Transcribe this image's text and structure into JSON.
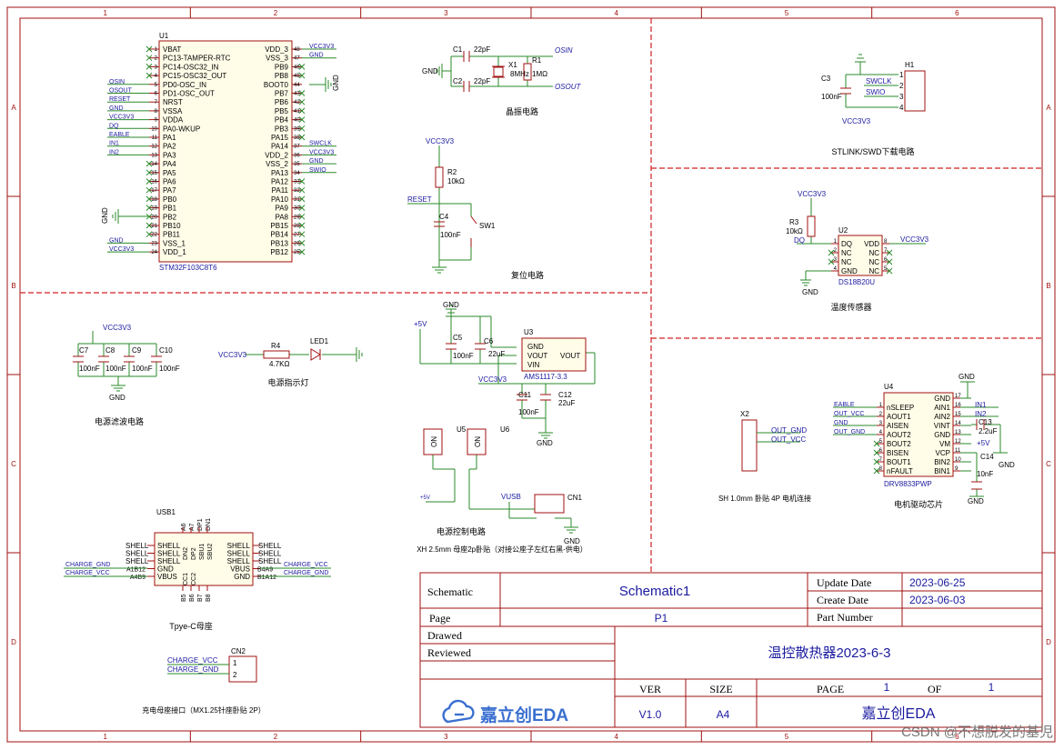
{
  "colors": {
    "frame": "#a01010",
    "wire": "#2a8a2a",
    "part": "#a01010",
    "net": "#1a1aa0",
    "text": "#000000",
    "dashed": "#d02020",
    "logo": "#3a6fd0"
  },
  "border": {
    "cols": [
      "1",
      "2",
      "3",
      "4",
      "5",
      "6"
    ],
    "rows": [
      "A",
      "B",
      "C",
      "D"
    ]
  },
  "sections": {
    "osc": "晶振电路",
    "reset": "复位电路",
    "stlink": "STLINK/SWD下载电路",
    "temp": "温度传感器",
    "filter": "电源滤波电路",
    "led": "电源指示灯",
    "power": "电源控制电路",
    "power_note": "XH 2.5mm 母座2p卧贴（对接公座子左红右黑-供电）",
    "motor_conn": "SH 1.0mm 卧贴 4P 电机连接",
    "driver": "电机驱动芯片",
    "typec": "Tpye-C母座",
    "charge": "充电母座接口（MX1.25针座卧贴 2P）"
  },
  "mcu": {
    "ref": "U1",
    "name": "STM32F103C8T6",
    "left_pins": [
      "VBAT",
      "PC13-TAMPER-RTC",
      "PC14-OSC32_IN",
      "PC15-OSC32_OUT",
      "PD0-OSC_IN",
      "PD1-OSC_OUT",
      "NRST",
      "VSSA",
      "VDDA",
      "PA0-WKUP",
      "PA1",
      "PA2",
      "PA3",
      "PA4",
      "PA5",
      "PA6",
      "PA7",
      "PB0",
      "PB1",
      "PB2",
      "PB10",
      "PB11",
      "VSS_1",
      "VDD_1"
    ],
    "left_nums": [
      "1",
      "2",
      "3",
      "4",
      "5",
      "6",
      "7",
      "8",
      "9",
      "10",
      "11",
      "12",
      "13",
      "14",
      "15",
      "16",
      "17",
      "18",
      "19",
      "20",
      "21",
      "22",
      "23",
      "24"
    ],
    "right_pins": [
      "VDD_3",
      "VSS_3",
      "PB9",
      "PB8",
      "BOOT0",
      "PB7",
      "PB6",
      "PB5",
      "PB4",
      "PB3",
      "PA15",
      "PA14",
      "VDD_2",
      "VSS_2",
      "PA13",
      "PA12",
      "PA11",
      "PA10",
      "PA9",
      "PA8",
      "PB15",
      "PB14",
      "PB13",
      "PB12"
    ],
    "right_nums": [
      "48",
      "47",
      "46",
      "45",
      "44",
      "43",
      "42",
      "41",
      "40",
      "39",
      "38",
      "37",
      "36",
      "35",
      "34",
      "33",
      "32",
      "31",
      "30",
      "29",
      "28",
      "27",
      "26",
      "25"
    ],
    "left_nets": [
      "",
      "",
      "",
      "",
      "OSIN",
      "OSOUT",
      "RESET",
      "GND",
      "VCC3V3",
      "DQ",
      "EABLE",
      "IN1",
      "IN2",
      "",
      "",
      "",
      "",
      "",
      "",
      "",
      "",
      "",
      "GND",
      "VCC3V3"
    ],
    "right_nets": [
      "VCC3V3",
      "GND",
      "",
      "",
      "",
      "",
      "",
      "",
      "",
      "",
      "",
      "SWCLK",
      "VCC3V3",
      "GND",
      "SWIO",
      "",
      "",
      "",
      "",
      "",
      "",
      "",
      "",
      ""
    ],
    "boot_gnd": "GND",
    "pb_gnd": "GND"
  },
  "osc": {
    "c1": "C1",
    "c1v": "22pF",
    "c2": "C2",
    "c2v": "22pF",
    "x1": "X1",
    "x1v": "8MHz",
    "r1": "R1",
    "r1v": "1MΩ",
    "osin": "OSIN",
    "osout": "OSOUT",
    "gnd": "GND"
  },
  "reset": {
    "vcc": "VCC3V3",
    "r2": "R2",
    "r2v": "10kΩ",
    "net": "RESET",
    "c4": "C4",
    "c4v": "100nF",
    "sw": "SW1"
  },
  "stlink": {
    "c3": "C3",
    "c3v": "100nF",
    "vcc": "VCC3V3",
    "swclk": "SWCLK",
    "swio": "SWIO",
    "h1": "H1",
    "pins": [
      "1",
      "2",
      "3",
      "4"
    ]
  },
  "temp": {
    "vcc": "VCC3V3",
    "r3": "R3",
    "r3v": "10kΩ",
    "dq": "DQ",
    "u2": "U2",
    "name": "DS18B20U",
    "left": [
      "DQ",
      "NC",
      "NC",
      "GND"
    ],
    "right": [
      "VDD",
      "NC",
      "NC",
      "NC"
    ],
    "left_nums": [
      "1",
      "2",
      "3",
      "4"
    ],
    "right_nums": [
      "8",
      "7",
      "6",
      "5"
    ],
    "vcc_out": "VCC3V3",
    "gnd": "GND"
  },
  "filter": {
    "vcc": "VCC3V3",
    "caps": [
      "C7",
      "C8",
      "C9",
      "C10"
    ],
    "vals": [
      "100nF",
      "100nF",
      "100nF",
      "100nF"
    ],
    "gnd": "GND"
  },
  "led": {
    "vcc": "VCC3V3",
    "r4": "R4",
    "r4v": "4.7KΩ",
    "led": "LED1"
  },
  "ldo": {
    "in": "+5V",
    "gnd": "GND",
    "c5": "C5",
    "c5v": "100nF",
    "c6": "C6",
    "c6v": "22uF",
    "u3": "U3",
    "name": "AMS1117-3.3",
    "pins": [
      "GND",
      "VOUT",
      "VIN"
    ],
    "out": "VOUT",
    "vcc": "VCC3V3",
    "c11": "C11",
    "c11v": "100nF",
    "c12": "C12",
    "c12v": "22uF",
    "gnd2": "GND"
  },
  "switches": {
    "u5": "U5",
    "u6": "U6",
    "on": "ON",
    "p5v": "+5V",
    "vusb": "VUSB",
    "cn1": "CN1",
    "gnd": "GND"
  },
  "motor": {
    "x2": "X2",
    "out_gnd": "OUT_GND",
    "out_vcc": "OUT_VCC"
  },
  "driver": {
    "u4": "U4",
    "name": "DRV8833PWP",
    "left": [
      "nSLEEP",
      "AOUT1",
      "AISEN",
      "AOUT2",
      "BOUT2",
      "BISEN",
      "BOUT1",
      "nFAULT"
    ],
    "left_nums": [
      "1",
      "2",
      "3",
      "4",
      "5",
      "6",
      "7",
      "8"
    ],
    "right": [
      "GND",
      "AIN1",
      "AIN2",
      "VINT",
      "GND",
      "VM",
      "VCP",
      "BIN2",
      "BIN1"
    ],
    "right_nums": [
      "17",
      "16",
      "15",
      "14",
      "13",
      "12",
      "11",
      "10",
      "9"
    ],
    "left_nets": [
      "EABLE",
      "OUT_VCC",
      "GND",
      "OUT_GND",
      "",
      "",
      "",
      ""
    ],
    "in1": "IN1",
    "in2": "IN2",
    "c13": "C13",
    "c13v": "2.2uF",
    "p5v": "+5V",
    "c14": "C14",
    "c14v": "10nF",
    "gnd": "GND"
  },
  "usb": {
    "ref": "USB1",
    "left": [
      "SHELL",
      "SHELL",
      "SHELL",
      "GND",
      "VBUS"
    ],
    "right": [
      "SHELL",
      "SHELL",
      "SHELL",
      "VBUS",
      "GND"
    ],
    "left_nums": [
      "",
      "",
      "",
      "A1B12",
      "A4B9"
    ],
    "right_nums": [
      "",
      "",
      "",
      "B4A9",
      "B1A12"
    ],
    "top": [
      "A6",
      "A7",
      "DP1",
      "DN1"
    ],
    "top2": [
      "DN2",
      "DP2",
      "SBU1",
      "SBU2"
    ],
    "bottom": [
      "CC1",
      "CC2"
    ],
    "bottom2": [
      "B5",
      "B6",
      "B7",
      "B8"
    ],
    "left_nets": [
      "CHARGE_GND",
      "CHARGE_VCC"
    ],
    "right_nets": [
      "CHARGE_VCC",
      "CHARGE_GND"
    ]
  },
  "cn2": {
    "ref": "CN2",
    "nets": [
      "CHARGE_VCC",
      "CHARGE_GND"
    ],
    "pins": [
      "1",
      "2"
    ]
  },
  "title_block": {
    "schematic_label": "Schematic",
    "schematic_value": "Schematic1",
    "page_label": "Page",
    "page_value": "P1",
    "drawed_label": "Drawed",
    "reviewed_label": "Reviewed",
    "update_label": "Update Date",
    "update_value": "2023-06-25",
    "create_label": "Create Date",
    "create_value": "2023-06-03",
    "part_label": "Part Number",
    "part_value": "",
    "project": "温控散热器2023-6-3",
    "ver_label": "VER",
    "ver_value": "V1.0",
    "size_label": "SIZE",
    "size_value": "A4",
    "page_no_label": "PAGE",
    "page_no": "1",
    "of_label": "OF",
    "of_value": "1",
    "logo_text": "嘉立创EDA",
    "company": "嘉立创EDA"
  },
  "watermark": "CSDN @不想脱发的基児"
}
